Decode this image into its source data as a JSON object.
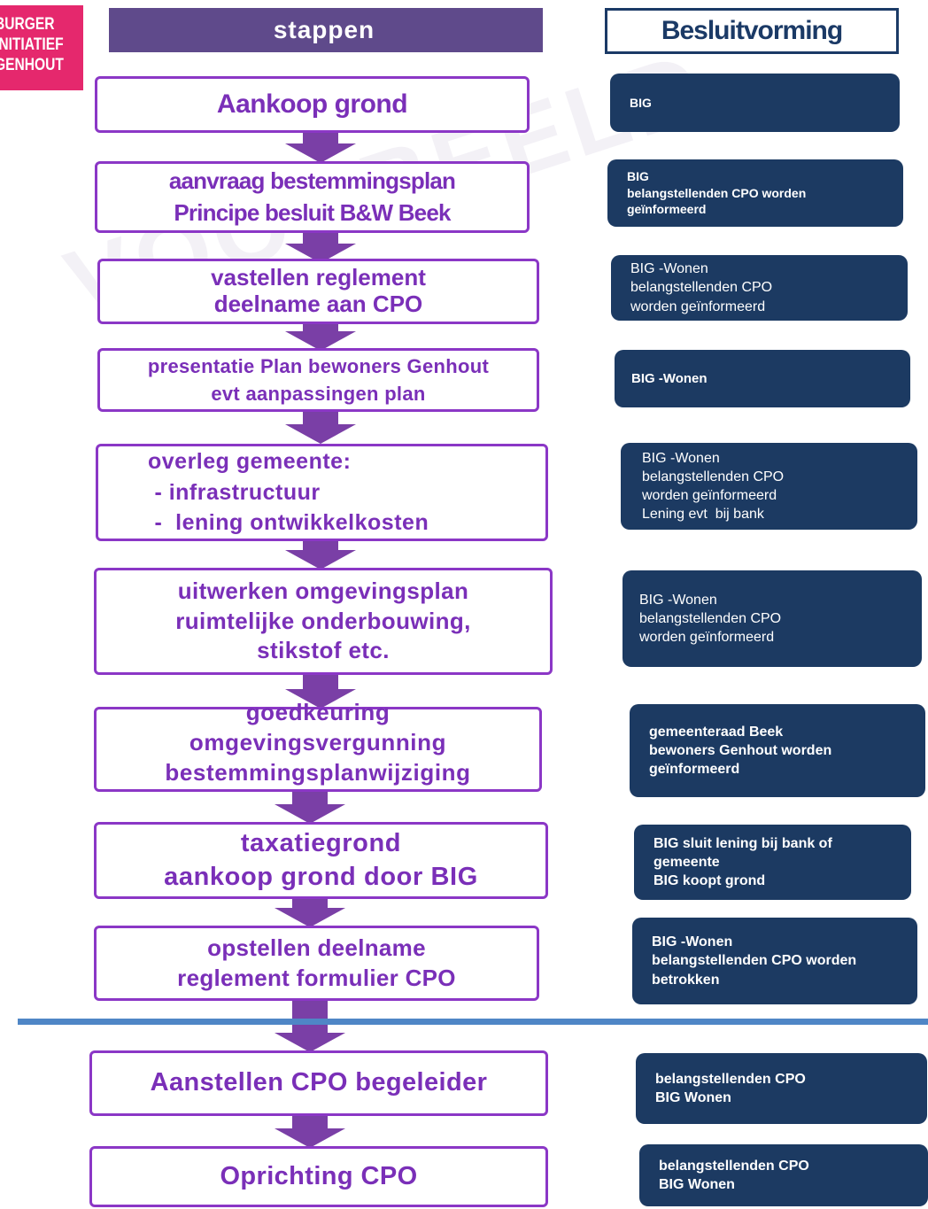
{
  "logo": {
    "lines": [
      "BURGER",
      "INITIATIEF",
      "GENHOUT"
    ]
  },
  "header": {
    "steps_title": "stappen",
    "decision_title": "Besluitvorming"
  },
  "watermark": "VOORBEELD",
  "steps": [
    {
      "lines": [
        "Aankoop grond"
      ]
    },
    {
      "lines": [
        "aanvraag bestemmingsplan",
        "Principe besluit B&W Beek"
      ]
    },
    {
      "lines": [
        "vastellen reglement",
        "deelname aan CPO"
      ]
    },
    {
      "lines": [
        "presentatie Plan bewoners Genhout",
        "evt aanpassingen plan"
      ]
    },
    {
      "lines": [
        "overleg gemeente:",
        " - infrastructuur",
        " -  lening ontwikkelkosten"
      ]
    },
    {
      "lines": [
        "uitwerken omgevingsplan",
        "ruimtelijke onderbouwing,",
        "stikstof etc."
      ]
    },
    {
      "lines": [
        "goedkeuring",
        "omgevingsvergunning",
        "bestemmingsplanwijziging"
      ]
    },
    {
      "lines": [
        "taxatiegrond",
        "aankoop grond door BIG"
      ]
    },
    {
      "lines": [
        "opstellen deelname",
        "reglement formulier CPO"
      ]
    },
    {
      "lines": [
        "Aanstellen CPO begeleider"
      ]
    },
    {
      "lines": [
        "Oprichting CPO"
      ]
    }
  ],
  "decisions": [
    {
      "lines": [
        "BIG"
      ]
    },
    {
      "lines": [
        "BIG",
        "belangstellenden CPO worden",
        "geïnformeerd"
      ]
    },
    {
      "lines": [
        "BIG -Wonen",
        "belangstellenden CPO",
        "worden geïnformeerd"
      ]
    },
    {
      "lines": [
        "BIG -Wonen"
      ]
    },
    {
      "lines": [
        "BIG -Wonen",
        "belangstellenden CPO",
        "worden geïnformeerd",
        "Lening evt  bij bank"
      ]
    },
    {
      "lines": [
        "BIG -Wonen",
        "belangstellenden CPO",
        "worden geïnformeerd"
      ]
    },
    {
      "lines": [
        "gemeenteraad Beek",
        "bewoners Genhout worden",
        "geïnformeerd"
      ]
    },
    {
      "lines": [
        "BIG sluit lening bij bank of",
        "gemeente",
        "BIG koopt grond"
      ]
    },
    {
      "lines": [
        "BIG -Wonen",
        "belangstellenden CPO worden",
        "betrokken"
      ]
    },
    {
      "lines": [
        "belangstellenden CPO",
        "BIG Wonen"
      ]
    },
    {
      "lines": [
        "belangstellenden CPO",
        "BIG Wonen"
      ]
    }
  ]
}
